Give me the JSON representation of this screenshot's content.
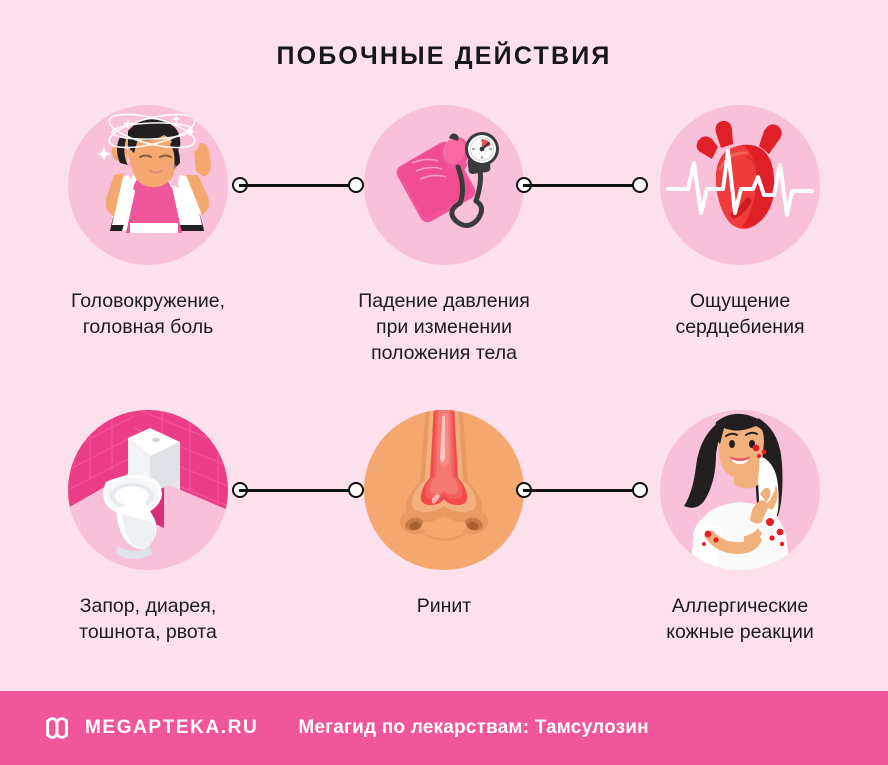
{
  "page": {
    "title": "ПОБОЧНЫЕ ДЕЙСТВИЯ",
    "background_color": "#fce1ec",
    "accent_color": "#f2569a",
    "circle_color": "#f8c0d9",
    "text_color": "#1b1b20"
  },
  "items": [
    {
      "icon_name": "dizzy-woman-headache-icon",
      "label": "Головокружение,\nголовная боль",
      "circle_color": "#f8c0d9"
    },
    {
      "icon_name": "blood-pressure-monitor-icon",
      "label": "Падение давления\nпри изменении\nположения тела",
      "circle_color": "#f8c0d9"
    },
    {
      "icon_name": "heart-ecg-icon",
      "label": "Ощущение\nсердцебиения",
      "circle_color": "#f8c0d9"
    },
    {
      "icon_name": "toilet-icon",
      "label": "Запор, диарея,\nтошнота, рвота",
      "circle_color": "#f8c0d9"
    },
    {
      "icon_name": "inflamed-nose-icon",
      "label": "Ринит",
      "circle_color": "#f4a870"
    },
    {
      "icon_name": "skin-rash-woman-icon",
      "label": "Аллергические\nкожные реакции",
      "circle_color": "#f8c0d9"
    }
  ],
  "connectors": {
    "line_color": "#111111",
    "dot_fill": "#ffffff"
  },
  "footer": {
    "logo_icon": "megapteka-m-logo-icon",
    "brand": "MEGAPTEKA.RU",
    "caption": "Мегагид по лекарствам: Тамсулозин",
    "background_color": "#f2569a",
    "text_color": "#ffffff"
  }
}
